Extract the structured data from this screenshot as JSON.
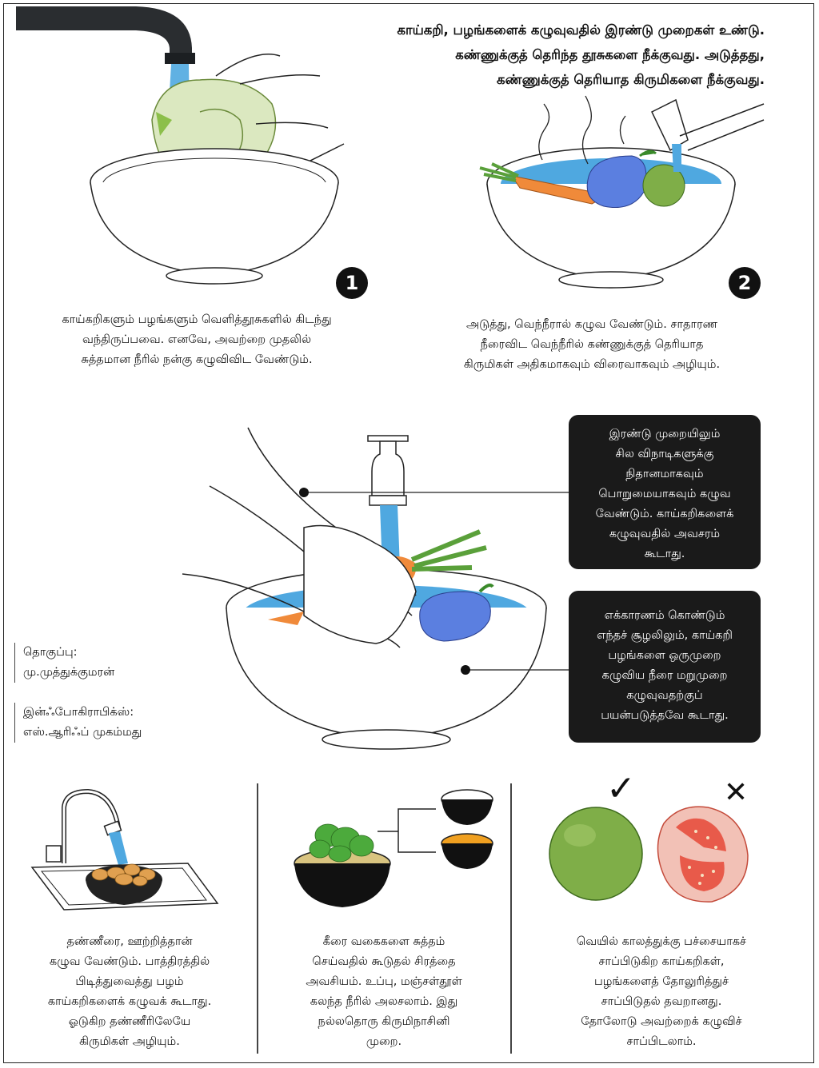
{
  "headline": [
    "காய்கறி, பழங்களைக் கழுவுவதில் இரண்டு முறைகள் உண்டு.",
    "கண்ணுக்குத் தெரிந்த தூசுகளை நீக்குவது. அடுத்தது,",
    "கண்ணுக்குத் தெரியாத கிருமிகளை நீக்குவது."
  ],
  "steps": [
    {
      "number": "1",
      "lines": [
        "காய்கறிகளும் பழங்களும் வெளித்தூசுகளில் கிடந்து",
        "வந்திருப்பவை. எனவே, அவற்றை முதலில்",
        "சுத்தமான நீரில் நன்கு கழுவிவிட வேண்டும்."
      ]
    },
    {
      "number": "2",
      "lines": [
        "அடுத்து, வெந்நீரால் கழுவ வேண்டும். சாதாரண",
        "நீரைவிட வெந்நீரில் கண்ணுக்குத் தெரியாத",
        "கிருமிகள் அதிகமாகவும் விரைவாகவும் அழியும்."
      ]
    }
  ],
  "notes": [
    {
      "lines": [
        "இரண்டு முறையிலும்",
        "சில விநாடிகளுக்கு",
        "நிதானமாகவும்",
        "பொறுமையாகவும் கழுவ",
        "வேண்டும். காய்கறிகளைக்",
        "கழுவுவதில் அவசரம்",
        "கூடாது."
      ]
    },
    {
      "lines": [
        "எக்காரணம் கொண்டும்",
        "எந்தச் சூழலிலும், காய்கறி",
        "பழங்களை ஒருமுறை",
        "கழுவிய நீரை மறுமுறை",
        "கழுவுவதற்குப்",
        "பயன்படுத்தவே கூடாது."
      ]
    }
  ],
  "credits": {
    "compiler_label": "தொகுப்பு:",
    "compiler_name": "மு.முத்துக்குமரன்",
    "graphics_label": "இன்ஃபோகிராபிக்ஸ்:",
    "graphics_name": "எஸ்.ஆரிஃப் முகம்மது"
  },
  "tips": [
    {
      "lines": [
        "தண்ணீரை, ஊற்றித்தான்",
        "கழுவ வேண்டும். பாத்திரத்தில்",
        "பிடித்துவைத்து பழம்",
        "காய்கறிகளைக் கழுவக் கூடாது.",
        "ஓடுகிற தண்ணீரிலேயே",
        "கிருமிகள் அழியும்."
      ]
    },
    {
      "lines": [
        "கீரை வகைகளை சுத்தம்",
        "செய்வதில் கூடுதல் சிரத்தை",
        "அவசியம். உப்பு, மஞ்சள்தூள்",
        "கலந்த நீரில் அலசலாம். இது",
        "நல்லதொரு கிருமிநாசினி",
        "முறை."
      ]
    },
    {
      "lines": [
        "வெயில் காலத்துக்கு பச்சையாகச்",
        "சாப்பிடுகிற காய்கறிகள்,",
        "பழங்களைத் தோலுரித்துச்",
        "சாப்பிடுதல் தவறானது.",
        "தோலோடு அவற்றைக் கழுவிச்",
        "சாப்பிடலாம்."
      ]
    }
  ],
  "marks": {
    "correct": "✓",
    "wrong": "✕"
  },
  "colors": {
    "water": "#4fa8e0",
    "water_light": "#7cc4ee",
    "carrot": "#f08a3a",
    "eggplant": "#5b7fe0",
    "guava": "#7fae48",
    "guava_cut": "#e85a4a",
    "dark_box": "#1a1a1a",
    "turmeric": "#f0a020"
  }
}
